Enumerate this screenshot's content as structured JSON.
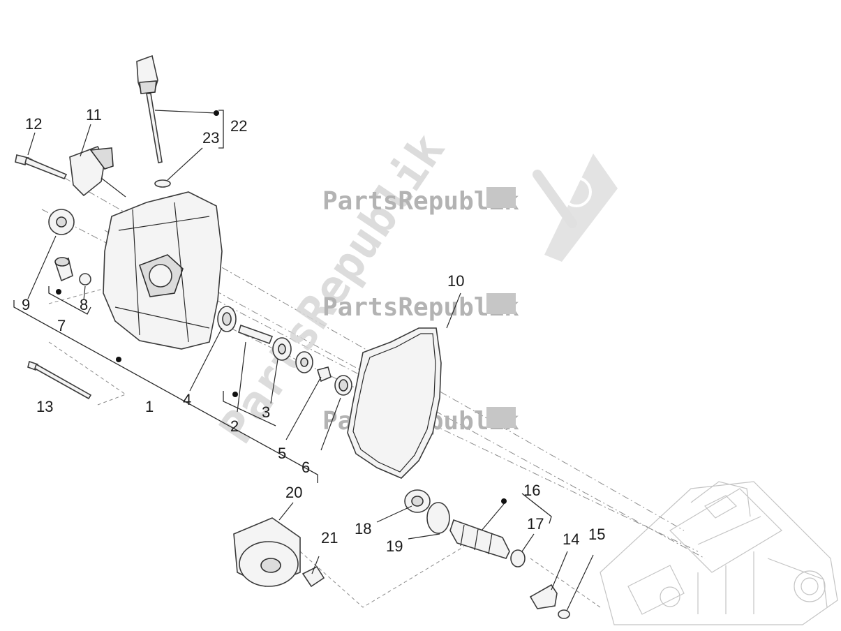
{
  "watermark": {
    "brand": "PartsRepublik"
  },
  "callouts": [
    {
      "id": "c1",
      "label": "1"
    },
    {
      "id": "c2",
      "label": "2"
    },
    {
      "id": "c3",
      "label": "3"
    },
    {
      "id": "c4",
      "label": "4"
    },
    {
      "id": "c5",
      "label": "5"
    },
    {
      "id": "c6",
      "label": "6"
    },
    {
      "id": "c7",
      "label": "7"
    },
    {
      "id": "c8",
      "label": "8"
    },
    {
      "id": "c9",
      "label": "9"
    },
    {
      "id": "c10",
      "label": "10"
    },
    {
      "id": "c11",
      "label": "11"
    },
    {
      "id": "c12",
      "label": "12"
    },
    {
      "id": "c13",
      "label": "13"
    },
    {
      "id": "c14",
      "label": "14"
    },
    {
      "id": "c15",
      "label": "15"
    },
    {
      "id": "c16",
      "label": "16"
    },
    {
      "id": "c17",
      "label": "17"
    },
    {
      "id": "c18",
      "label": "18"
    },
    {
      "id": "c19",
      "label": "19"
    },
    {
      "id": "c20",
      "label": "20"
    },
    {
      "id": "c21",
      "label": "21"
    },
    {
      "id": "c22",
      "label": "22"
    },
    {
      "id": "c23",
      "label": "23"
    }
  ]
}
